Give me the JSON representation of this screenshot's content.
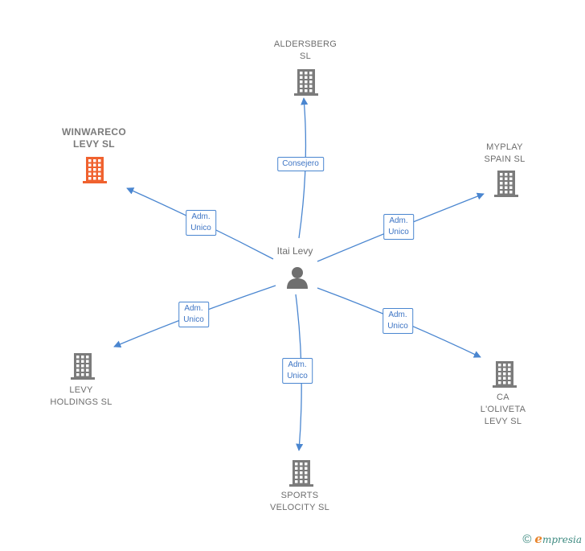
{
  "center": {
    "name": "Itai Levy",
    "icon": "person-icon"
  },
  "companies": [
    {
      "id": "aldersberg",
      "name_lines": [
        "ALDERSBERG",
        "SL"
      ],
      "role_lines": [
        "Consejero"
      ],
      "highlight": false
    },
    {
      "id": "winwareco",
      "name_lines": [
        "WINWARECO",
        "LEVY  SL"
      ],
      "role_lines": [
        "Adm.",
        "Unico"
      ],
      "highlight": true
    },
    {
      "id": "myplay",
      "name_lines": [
        "MYPLAY",
        "SPAIN  SL"
      ],
      "role_lines": [
        "Adm.",
        "Unico"
      ],
      "highlight": false
    },
    {
      "id": "levy-holdings",
      "name_lines": [
        "LEVY",
        "HOLDINGS  SL"
      ],
      "role_lines": [
        "Adm.",
        "Unico"
      ],
      "highlight": false
    },
    {
      "id": "ca-loliveta",
      "name_lines": [
        "CA",
        "L'OLIVETA",
        "LEVY  SL"
      ],
      "role_lines": [
        "Adm.",
        "Unico"
      ],
      "highlight": false
    },
    {
      "id": "sports-velocity",
      "name_lines": [
        "SPORTS",
        "VELOCITY  SL"
      ],
      "role_lines": [
        "Adm.",
        "Unico"
      ],
      "highlight": false
    }
  ],
  "colors": {
    "edge": "#4a86d0",
    "building": "#7b7b7b",
    "building_highlight": "#f0622f",
    "person": "#6f6f6f"
  },
  "footer": {
    "copyright": "©",
    "brand_first": "e",
    "brand_rest": "mpresia"
  }
}
